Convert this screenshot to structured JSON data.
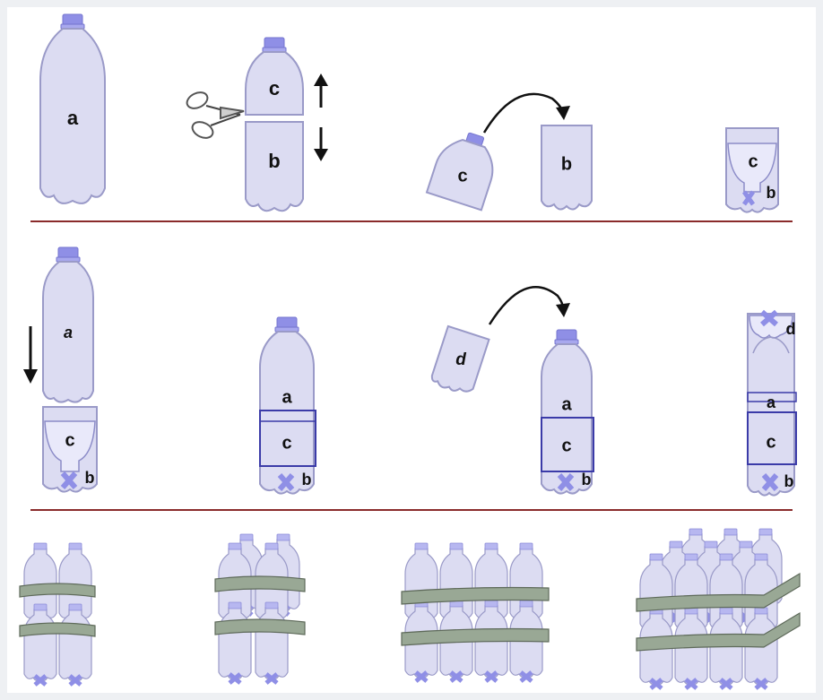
{
  "colors": {
    "background": "#eef0f3",
    "panel": "#ffffff",
    "bottle_fill": "#dcdcf2",
    "bottle_stroke": "#9a9ac8",
    "cap": "#8f8fe6",
    "divider": "#8a2b2b",
    "strap": "#99a895",
    "strap_stroke": "#5e6a5a",
    "arrow": "#111111"
  },
  "labels": {
    "a": "a",
    "b": "b",
    "c": "c",
    "d": "d"
  },
  "icons": [
    "scissors-icon",
    "arrow-up-icon",
    "arrow-down-icon",
    "curved-arrow-icon"
  ]
}
